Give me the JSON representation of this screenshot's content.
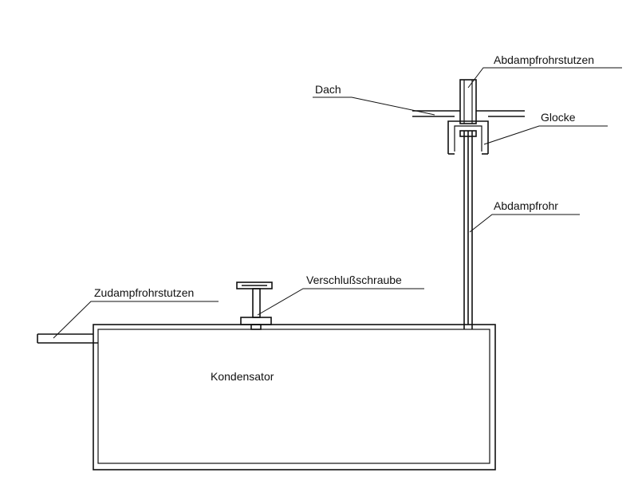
{
  "labels": {
    "abdampfrohrstutzen": "Abdampfrohrstutzen",
    "dach": "Dach",
    "glocke": "Glocke",
    "abdampfrohr": "Abdampfrohr",
    "verschlussschraube": "Verschlußschraube",
    "zudampfrohrstutzen": "Zudampfrohrstutzen",
    "kondensator": "Kondensator"
  }
}
